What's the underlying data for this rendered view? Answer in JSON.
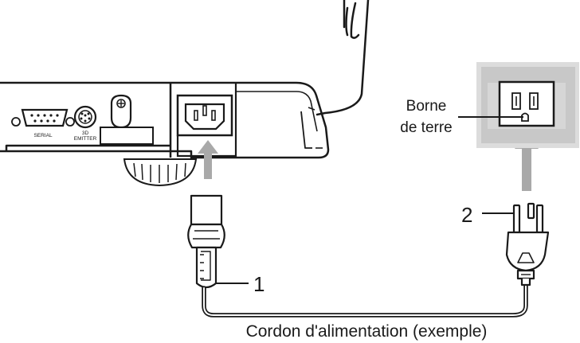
{
  "panel": {
    "serial_label": "SERIAL",
    "emitter_label_line1": "3D",
    "emitter_label_line2": "EMITTER"
  },
  "callouts": {
    "borne_line1": "Borne",
    "borne_line2": "de terre",
    "num1": "1",
    "num2": "2"
  },
  "caption": "Cordon d'alimentation (exemple)",
  "colors": {
    "line": "#1a1a1a",
    "arrow": "#a9a9a9",
    "outlet_face": "#c8c8c8",
    "outlet_edge": "#dcdcdc"
  }
}
